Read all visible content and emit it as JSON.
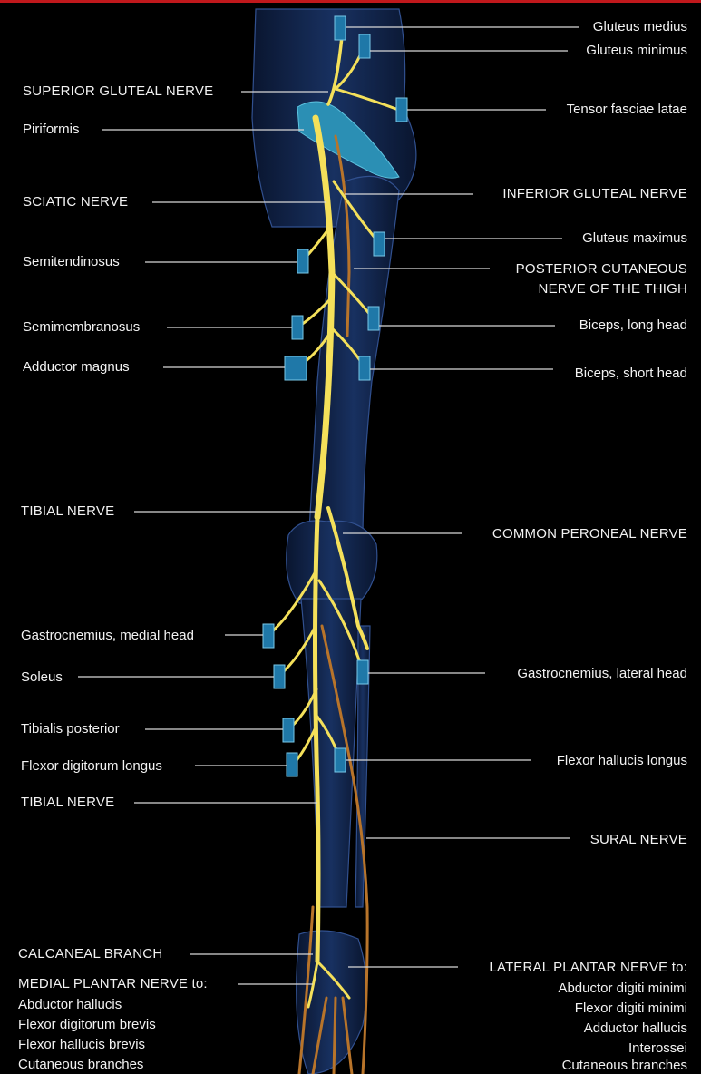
{
  "colors": {
    "background": "#000000",
    "nerve": "#f4e05a",
    "sural": "#b8742a",
    "bone": "#2a4a86",
    "muscle_marker": "#1f78a8",
    "muscle": "#2b8fb4",
    "top_bar": "#c0181c"
  },
  "labels": {
    "superior_gluteal_nerve": "SUPERIOR GLUTEAL NERVE",
    "piriformis": "Piriformis",
    "sciatic_nerve": "SCIATIC NERVE",
    "semitendinosus": "Semitendinosus",
    "semimembranosus": "Semimembranosus",
    "adductor_magnus": "Adductor magnus",
    "tibial_nerve_upper": "TIBIAL NERVE",
    "gastrocnemius_medial": "Gastrocnemius, medial head",
    "soleus": "Soleus",
    "tibialis_posterior": "Tibialis posterior",
    "flexor_digitorum_longus": "Flexor digitorum longus",
    "tibial_nerve_lower": "TIBIAL NERVE",
    "calcaneal_branch": "CALCANEAL BRANCH",
    "medial_plantar_title": "MEDIAL PLANTAR NERVE to:",
    "medial_plantar_items": [
      "Abductor hallucis",
      "Flexor digitorum brevis",
      "Flexor hallucis brevis",
      "Cutaneous branches"
    ],
    "gluteus_medius": "Gluteus medius",
    "gluteus_minimus": "Gluteus minimus",
    "tensor_fasciae_latae": "Tensor fasciae latae",
    "inferior_gluteal_nerve": "INFERIOR GLUTEAL NERVE",
    "gluteus_maximus": "Gluteus maximus",
    "posterior_cutaneous_1": "POSTERIOR CUTANEOUS",
    "posterior_cutaneous_2": "NERVE OF THE THIGH",
    "biceps_long": "Biceps, long head",
    "biceps_short": "Biceps, short head",
    "common_peroneal": "COMMON PERONEAL NERVE",
    "gastrocnemius_lateral": "Gastrocnemius, lateral head",
    "flexor_hallucis_longus": "Flexor hallucis longus",
    "sural_nerve": "SURAL NERVE",
    "lateral_plantar_title": "LATERAL PLANTAR NERVE to:",
    "lateral_plantar_items": [
      "Abductor digiti minimi",
      "Flexor digiti minimi",
      "Adductor hallucis",
      "Interossei",
      "Cutaneous branches"
    ]
  }
}
